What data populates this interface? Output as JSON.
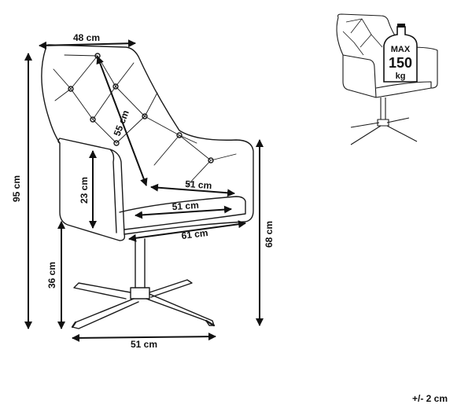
{
  "dimensions": {
    "top_width": "48 cm",
    "total_height": "95 cm",
    "back_height": "55 cm",
    "seat_depth": "51 cm",
    "seat_width": "51 cm",
    "overall_width": "61 cm",
    "armrest_height": "23 cm",
    "seat_height": "36 cm",
    "arm_height": "68 cm",
    "base_width": "51 cm"
  },
  "load_badge": {
    "max_label": "MAX",
    "value": "150",
    "unit": "kg"
  },
  "tolerance": "+/- 2 cm",
  "colors": {
    "line": "#1a1a1a",
    "arrow": "#111111"
  }
}
